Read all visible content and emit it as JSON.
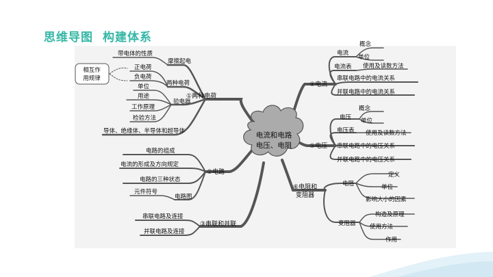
{
  "title": {
    "left": "思维导图",
    "right": "构建体系"
  },
  "center": {
    "line1": "电流和电路",
    "line2": "电压、电阻"
  },
  "note": {
    "line1": "相互作",
    "line2": "用规律"
  },
  "branches": {
    "charge": {
      "label": "①两种电荷",
      "friction": {
        "label": "摩擦起电",
        "item": "带电体的性质"
      },
      "two_kinds": {
        "label": "两种电荷",
        "items": [
          "正电荷",
          "负电荷"
        ]
      },
      "electroscope": {
        "label": "验电器",
        "items": [
          "单位",
          "用途",
          "工作原理",
          "检验方法"
        ]
      },
      "materials": "导体、绝缘体、半导体和超导体"
    },
    "circuit": {
      "label": "②电路",
      "items": [
        "电路的组成",
        "电流的形成及方向规定",
        "电路的三种状态"
      ],
      "diagram": {
        "label": "电路图",
        "item": "元件符号"
      }
    },
    "series_parallel": {
      "label": "③串联和并联",
      "items": [
        "串联电路及连接",
        "并联电路及连接"
      ]
    },
    "current": {
      "label": "④电流",
      "sub": {
        "label": "电流",
        "items": [
          "概念",
          "单位"
        ]
      },
      "meter": {
        "label": "电流表",
        "item": "使用及读数方法"
      },
      "items": [
        "串联电路中的电流关系",
        "并联电路中的电流关系"
      ]
    },
    "voltage": {
      "label": "⑤电压",
      "sub": {
        "label": "电压",
        "items": [
          "概念",
          "单位"
        ]
      },
      "meter": {
        "label": "电压表",
        "item": "使用及读数方法"
      },
      "items": [
        "串联电路中的电压关系",
        "并联电路中的电压关系"
      ]
    },
    "resistance": {
      "label_line1": "⑥电阻和",
      "label_line2": "变阻器",
      "resistor": {
        "label": "电阻",
        "items": [
          "定义",
          "单位",
          "影响大小的因素"
        ]
      },
      "rheostat": {
        "label": "变阻器",
        "items": [
          "构造及原理",
          "使用方法",
          "作用"
        ]
      }
    }
  },
  "colors": {
    "title": "#35b7a6",
    "branch": "#555555",
    "panel": "#f3f3f3"
  }
}
